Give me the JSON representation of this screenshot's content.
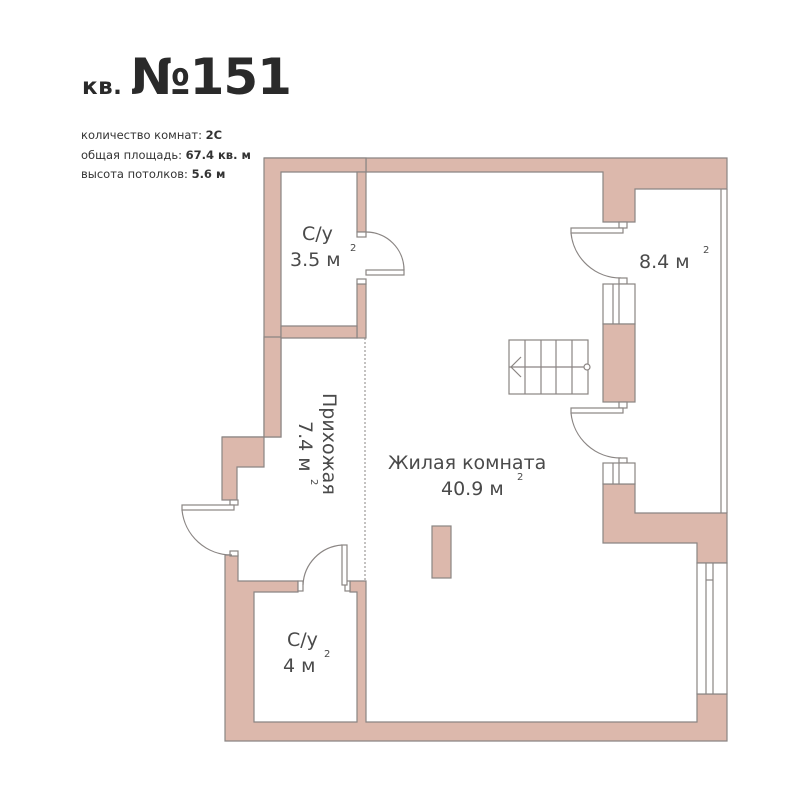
{
  "header": {
    "prefix": "кв.",
    "number": "№151"
  },
  "specs": [
    {
      "label": "количество комнат:",
      "value": "2С"
    },
    {
      "label": "общая площадь:",
      "value": "67.4 кв. м"
    },
    {
      "label": "высота потолков:",
      "value": "5.6 м"
    }
  ],
  "rooms": {
    "bathroom_top": {
      "name": "С/у",
      "area": "3.5 м",
      "sup": "2"
    },
    "room_right": {
      "area": "8.4 м",
      "sup": "2"
    },
    "hallway": {
      "name": "Прихожая",
      "area": "7.4 м",
      "sup": "2"
    },
    "living": {
      "name": "Жилая комната",
      "area": "40.9 м",
      "sup": "2"
    },
    "bathroom_bottom": {
      "name": "С/у",
      "area": "4 м",
      "sup": "2"
    }
  },
  "colors": {
    "wall_fill": "#dcb8ac",
    "wall_stroke": "#8a8583",
    "text": "#2b2b2b"
  }
}
